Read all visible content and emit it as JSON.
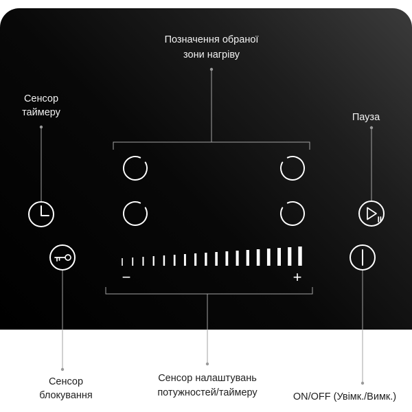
{
  "colors": {
    "page_background": "#ffffff",
    "panel": "#000000",
    "panel_highlight": "#3b3b3b",
    "icon_stroke": "#ffffff",
    "callout_line": "#a3a3a3",
    "callout_dot": "#9a9a9a",
    "label_on_panel": "#f2f2f2",
    "label_on_page": "#1e1e1e"
  },
  "callouts": {
    "zone_indicator": {
      "lines": [
        "Позначення обраної",
        "зони нагріву"
      ]
    },
    "timer_sensor": {
      "lines": [
        "Сенсор",
        "таймеру"
      ]
    },
    "pause": {
      "lines": [
        "Пауза"
      ]
    },
    "lock_sensor": {
      "lines": [
        "Сенсор",
        "блокування"
      ]
    },
    "power_timer_slider": {
      "lines": [
        "Сенсор налаштувань",
        "потужностей/таймеру"
      ]
    },
    "on_off": {
      "lines": [
        "ON/OFF (Увімк./Вимк.)"
      ]
    }
  },
  "slider": {
    "minus_label": "−",
    "plus_label": "+"
  },
  "icons": {
    "zone_indicator": "zone-indicator-icon",
    "timer_sensor": "clock-icon",
    "pause": "play-pause-icon",
    "lock_sensor": "key-icon",
    "on_off": "power-icon",
    "slider": "power-level-bars-icon"
  }
}
